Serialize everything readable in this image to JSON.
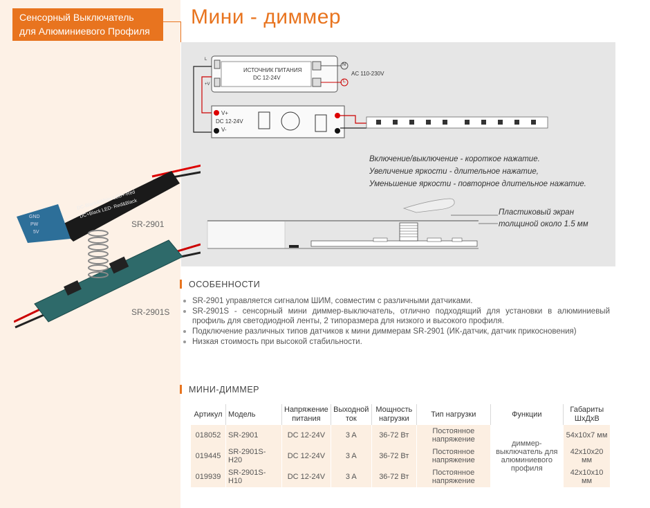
{
  "category": {
    "line1": "Сенсорный Выключатель",
    "line2": "для Алюминиевого Профиля"
  },
  "page_title": "Мини - диммер",
  "diagram": {
    "psu_line1": "ИСТОЧНИК ПИТАНИЯ",
    "psu_line2": "DC  12-24V",
    "ac_label": "AC 110-230V",
    "n_label": "N",
    "l_label": "L",
    "vplus": "V+",
    "dc": "DC  12-24V",
    "vminus": "V-",
    "l_mark": "L",
    "fv_mark": "+V"
  },
  "gestures": [
    "Включение/выключение - короткое нажатие.",
    "Увеличение яркости - длительное нажатие,",
    "Уменьшение яркости - повторное длительное нажатие."
  ],
  "screen_label": {
    "line1": "Пластиковый экран",
    "line2": "толщиной около 1.5 мм"
  },
  "models": {
    "a": "SR-2901",
    "b": "SR-2901S"
  },
  "chip_text": {
    "line1": "DC-Black&White  LED+-Red",
    "line2": "DC+Black LED- Red&Black",
    "tab1": "GND",
    "tab2": "PW",
    "tab3": "5V"
  },
  "features_title": "ОСОБЕННОСТИ",
  "features": [
    "SR-2901 управляется сигналом ШИМ, совместим с различными датчиками.",
    "SR-2901S - сенсорный мини диммер-выключатель, отлично подходящий для установки в алюминиевый профиль для светодиодной ленты, 2 типоразмера для низкого и высокого профиля.",
    "Подключение различных типов датчиков к мини диммерам SR-2901 (ИК-датчик, датчик прикосновения)",
    "Низкая стоимость при высокой стабильности."
  ],
  "table_title": "МИНИ-ДИММЕР",
  "table": {
    "headers": [
      "Артикул",
      "Модель",
      "Напряжение питания",
      "Выходной ток",
      "Мощность нагрузки",
      "Тип нагрузки",
      "Функции",
      "Габариты ШхДхВ"
    ],
    "rows": [
      [
        "018052",
        "SR-2901",
        "DC 12-24V",
        "3 A",
        "36-72 Вт",
        "Постоянное напряжение",
        "54x10x7 мм"
      ],
      [
        "019445",
        "SR-2901S-H20",
        "DC 12-24V",
        "3 A",
        "36-72 Вт",
        "Постоянное напряжение",
        "42x10x20 мм"
      ],
      [
        "019939",
        "SR-2901S-H10",
        "DC 12-24V",
        "3 A",
        "36-72 Вт",
        "Постоянное напряжение",
        "42x10x10 мм"
      ]
    ],
    "function": "диммер-выключатель для алюминиевого профиля"
  },
  "colors": {
    "accent": "#e8741f",
    "left_panel": "#fdf1e6",
    "row_bg": "#fcefe2",
    "diagram_bg": "#e6e6e6"
  }
}
